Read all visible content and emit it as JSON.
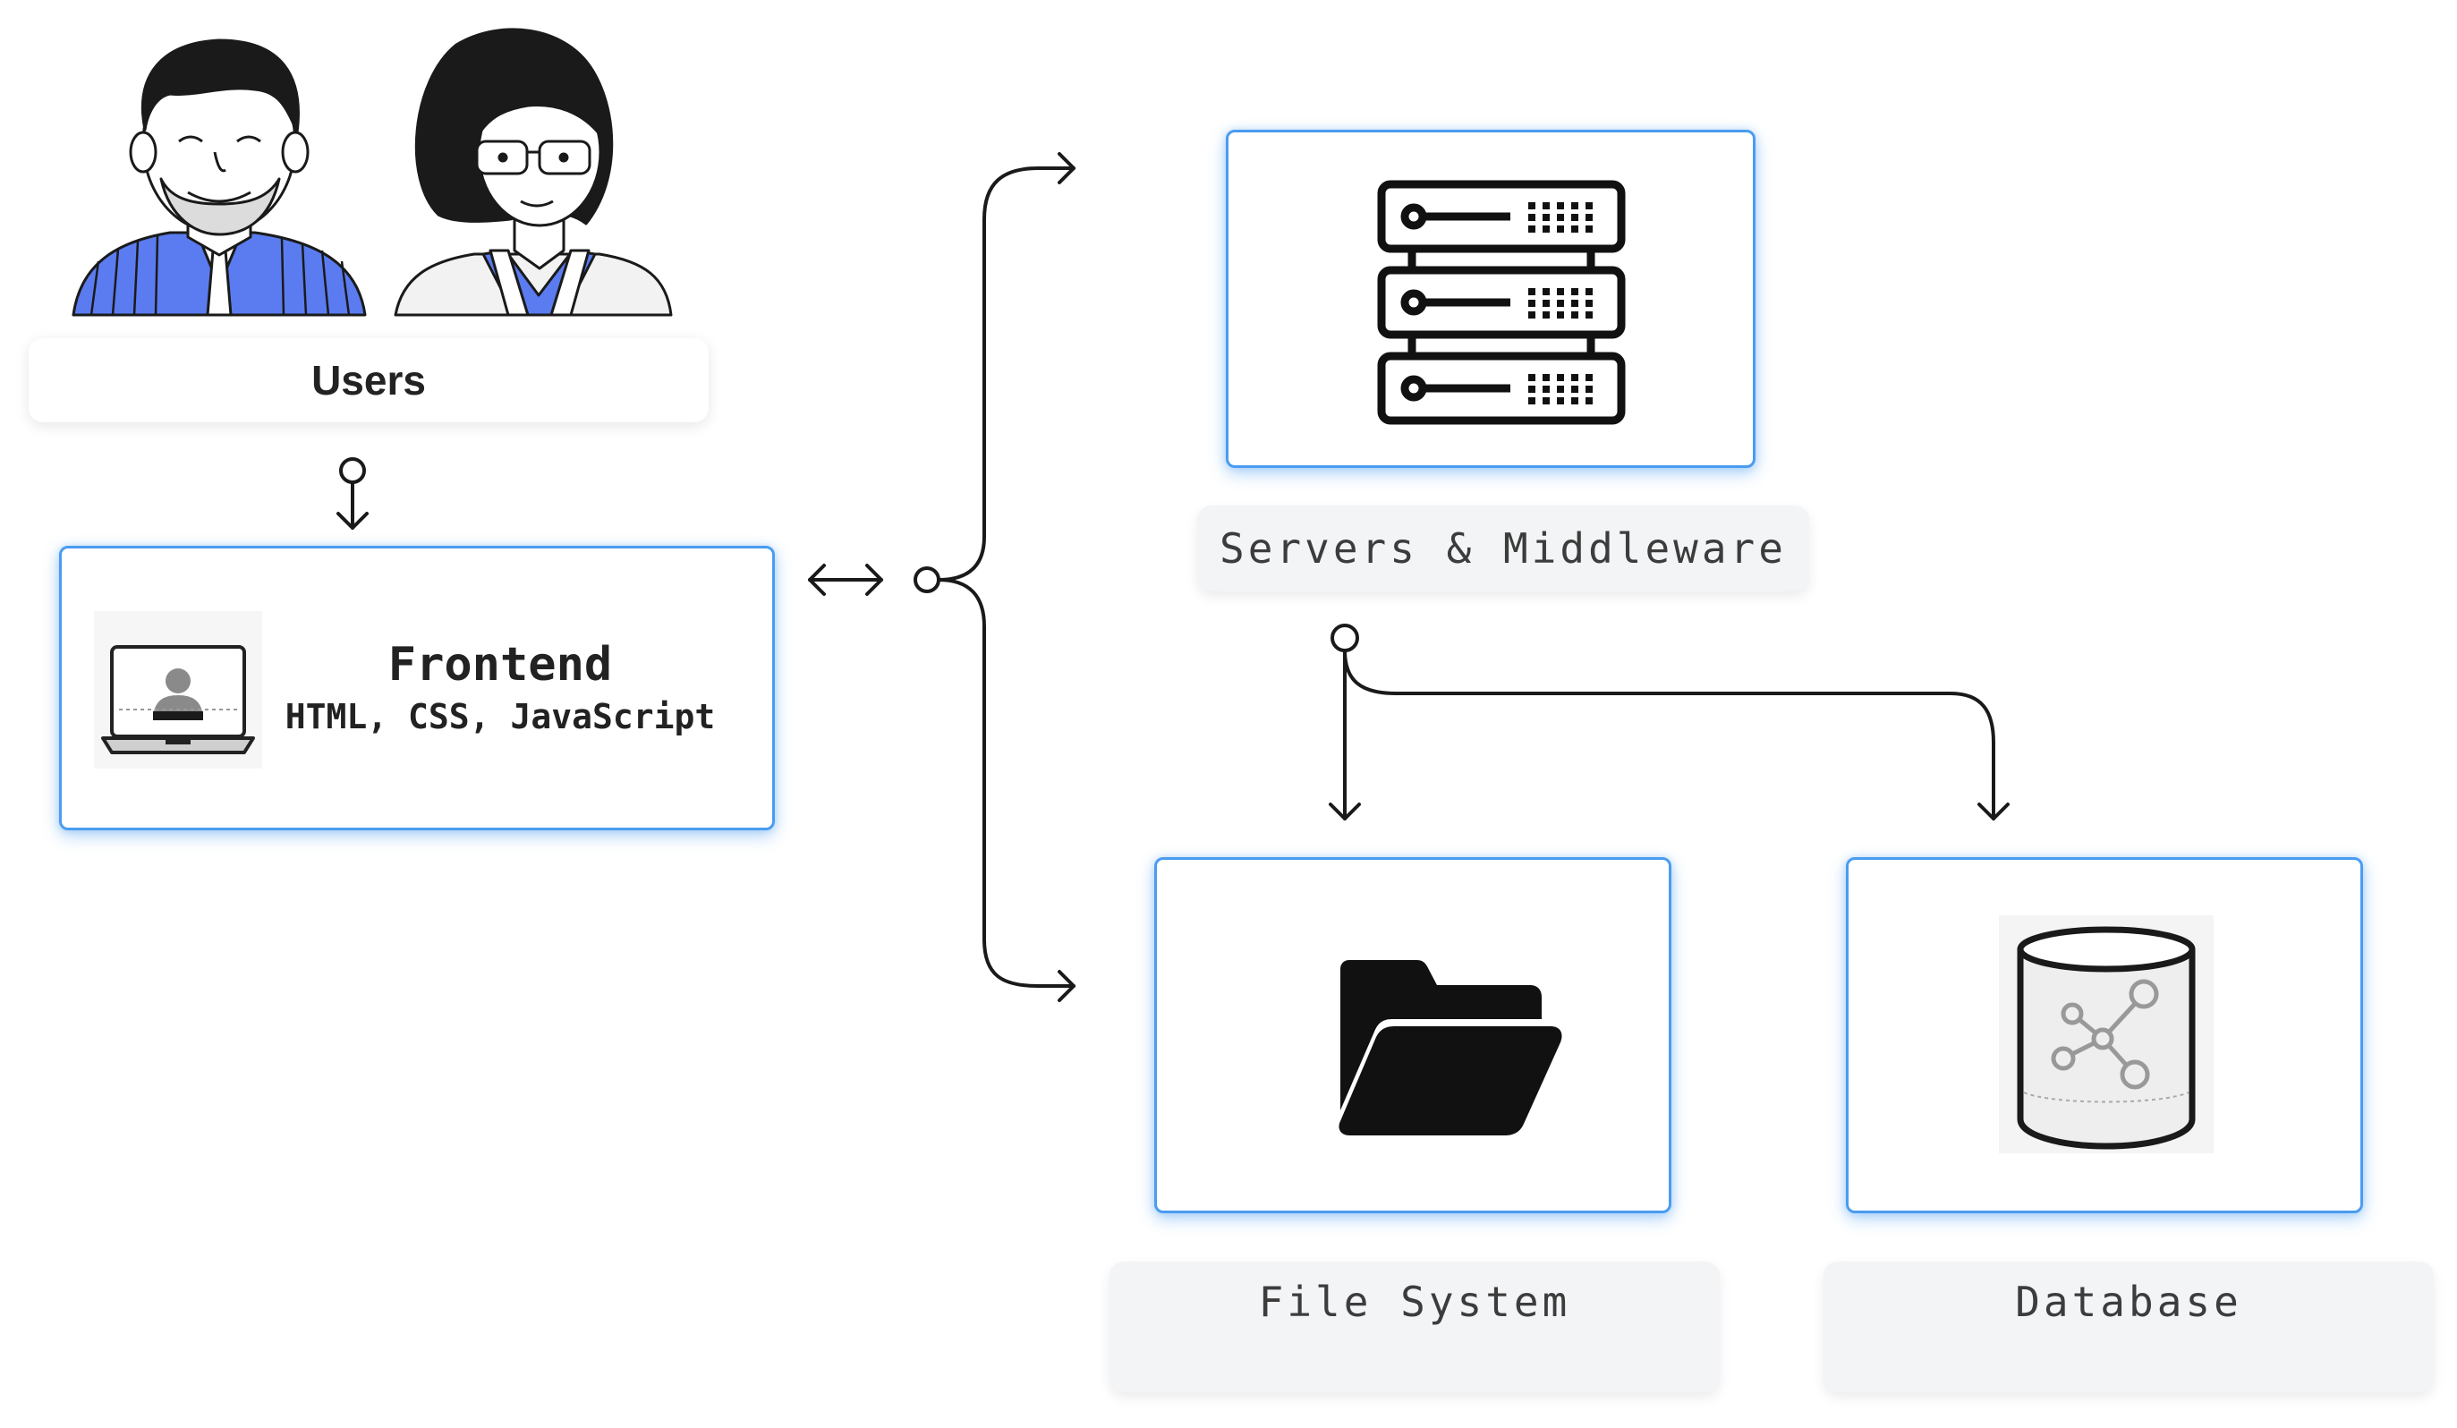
{
  "users": {
    "label": "Users"
  },
  "frontend": {
    "title": "Frontend",
    "subtitle": "HTML, CSS, JavaScript"
  },
  "servers": {
    "label": "Servers & Middleware"
  },
  "file_system": {
    "label": "File System"
  },
  "database": {
    "label": "Database"
  },
  "colors": {
    "accent": "#4a9cf0",
    "line": "#1a1a1a",
    "avatar_blue": "#5b7cf0",
    "pill_bg": "#f3f4f6"
  }
}
